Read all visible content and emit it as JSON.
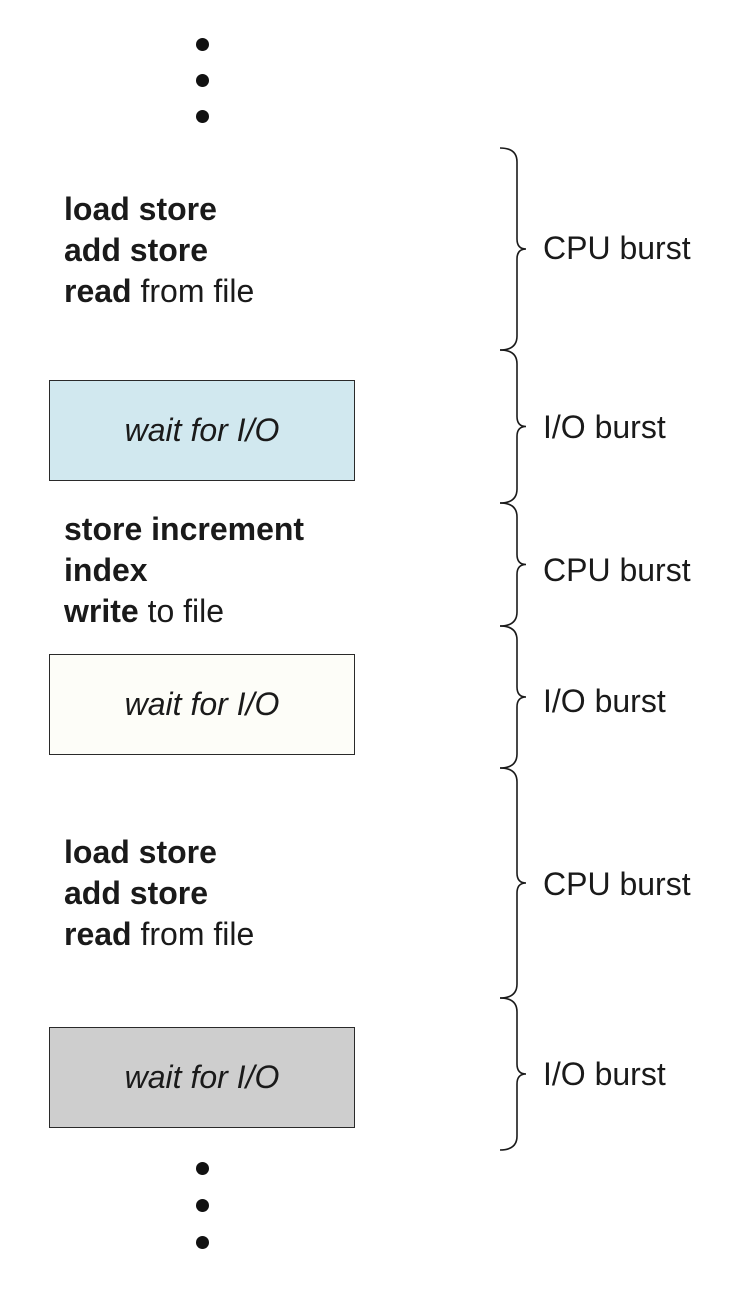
{
  "continuation_dots": "• • •",
  "blocks": [
    {
      "kind": "cpu",
      "lines": [
        {
          "bold": "load store",
          "rest": ""
        },
        {
          "bold": "add store",
          "rest": ""
        },
        {
          "bold": "read",
          "rest": " from file"
        }
      ],
      "label": "CPU burst"
    },
    {
      "kind": "io",
      "text": "wait for I/O",
      "fill": "#d1e8ef",
      "label": "I/O burst"
    },
    {
      "kind": "cpu",
      "lines": [
        {
          "bold": "store increment",
          "rest": ""
        },
        {
          "bold": "index",
          "rest": ""
        },
        {
          "bold": "write",
          "rest": " to file"
        }
      ],
      "label": "CPU burst"
    },
    {
      "kind": "io",
      "text": "wait for I/O",
      "fill": "#fdfdf8",
      "label": "I/O burst"
    },
    {
      "kind": "cpu",
      "lines": [
        {
          "bold": "load store",
          "rest": ""
        },
        {
          "bold": "add store",
          "rest": ""
        },
        {
          "bold": "read",
          "rest": " from file"
        }
      ],
      "label": "CPU burst"
    },
    {
      "kind": "io",
      "text": "wait for I/O",
      "fill": "#cecece",
      "label": "I/O burst"
    }
  ]
}
